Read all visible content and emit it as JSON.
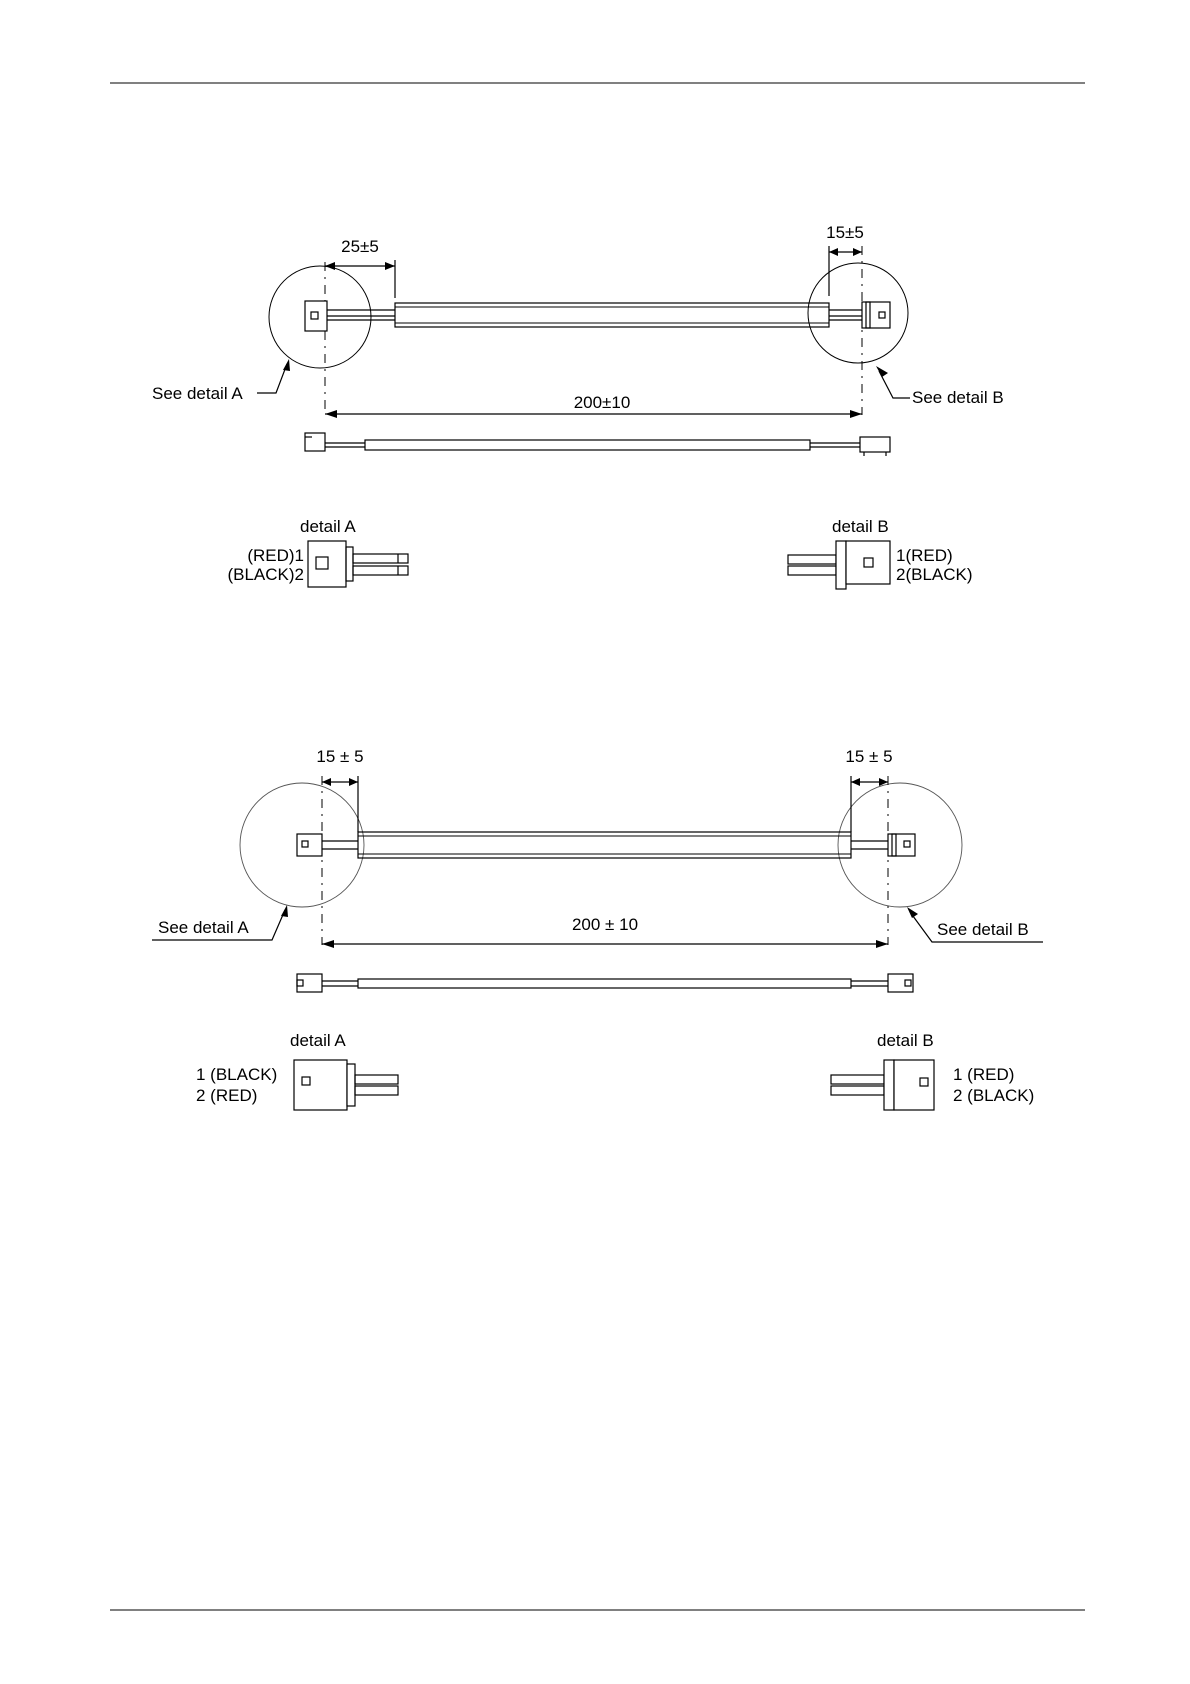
{
  "diagram1": {
    "dim_left": "25±5",
    "dim_right": "15±5",
    "dim_total": "200±10",
    "see_detail_a": "See detail A",
    "see_detail_b": "See detail B",
    "detail_a": {
      "title": "detail A",
      "pin1": "(RED)1",
      "pin2": "(BLACK)2"
    },
    "detail_b": {
      "title": "detail B",
      "pin1": "1(RED)",
      "pin2": "2(BLACK)"
    }
  },
  "diagram2": {
    "dim_left": "15 ± 5",
    "dim_right": "15 ± 5",
    "dim_total": "200 ± 10",
    "see_detail_a": "See detail A",
    "see_detail_b": "See detail B",
    "detail_a": {
      "title": "detail A",
      "pin1": "1 (BLACK)",
      "pin2": "2 (RED)"
    },
    "detail_b": {
      "title": "detail B",
      "pin1": "1 (RED)",
      "pin2": "2 (BLACK)"
    }
  }
}
